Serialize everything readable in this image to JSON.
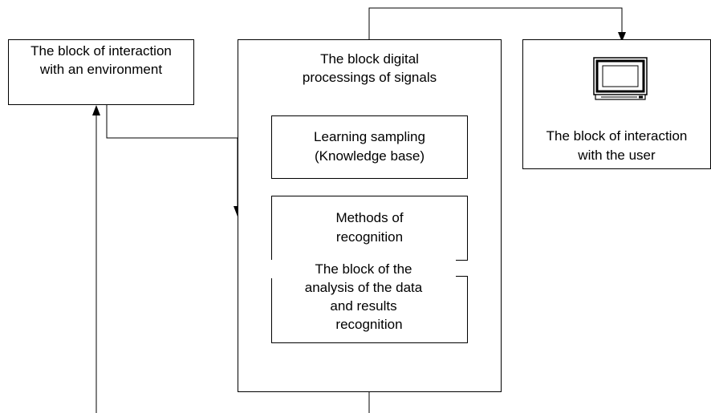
{
  "diagram": {
    "environment_block": {
      "line1": "The block of interaction",
      "line2": "with an environment"
    },
    "dsp_block": {
      "line1": "The block digital",
      "line2": "processings of signals"
    },
    "learning_block": {
      "line1": "Learning sampling",
      "line2": "(Knowledge base)"
    },
    "methods_block": {
      "line1": "Methods of",
      "line2": "recognition"
    },
    "analysis_block": {
      "line1": "The block of the",
      "line2": "analysis of the data",
      "line3": "and results",
      "line4": "recognition"
    },
    "user_block": {
      "line1": "The block of interaction",
      "line2": "with the user",
      "icon": "monitor-icon"
    }
  }
}
